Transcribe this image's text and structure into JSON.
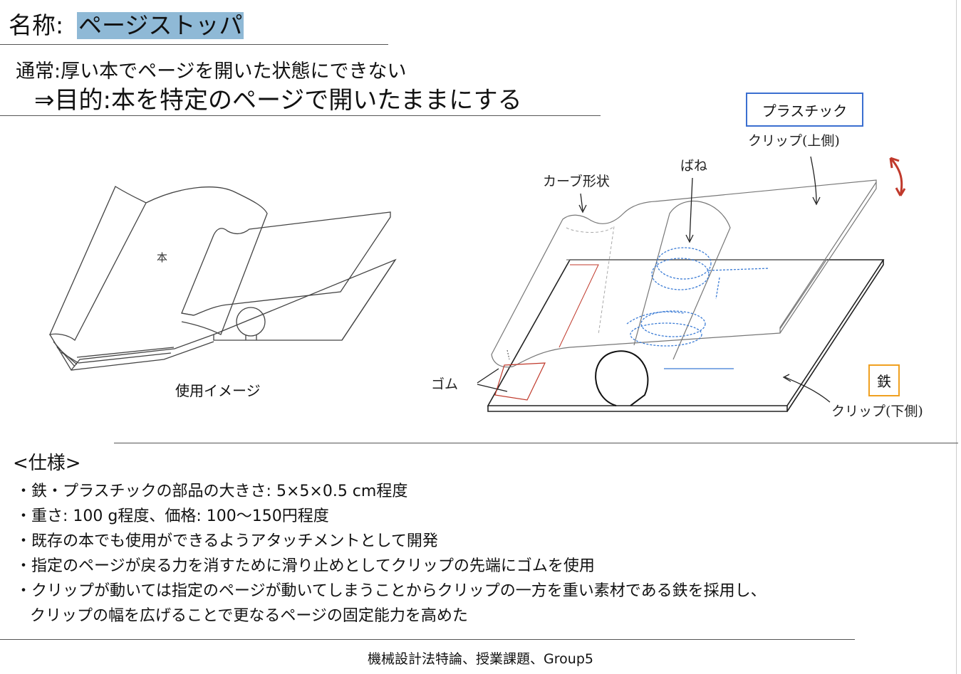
{
  "header": {
    "label": "名称:",
    "name": "ページストッパ"
  },
  "purpose": {
    "normal": "通常:厚い本でページを開いた状態にできない",
    "objective": "⇒目的:本を特定のページで開いたままにする"
  },
  "illustration_left": {
    "book_label": "本",
    "caption": "使用イメージ"
  },
  "illustration_right": {
    "plastic_box": "プラスチック",
    "iron_box": "鉄",
    "clip_upper": "クリップ(上側)",
    "clip_lower": "クリップ(下側)",
    "spring": "ばね",
    "curve_shape": "カーブ形状",
    "rubber": "ゴム",
    "colors": {
      "plastic_border": "#3b6fd0",
      "iron_border": "#f0a020",
      "arrow": "#c0392b",
      "spring": "#3a7bd5",
      "rubber": "#c0392b"
    }
  },
  "spec": {
    "heading": "<仕様>",
    "items": [
      "・鉄・プラスチックの部品の大きさ: 5×5×0.5 cm程度",
      "・重さ: 100 g程度、価格: 100〜150円程度",
      "・既存の本でも使用ができるようアタッチメントとして開発",
      "・指定のページが戻る力を消すために滑り止めとしてクリップの先端にゴムを使用",
      "・クリップが動いては指定のページが動いてしまうことからクリップの一方を重い素材である鉄を採用し、"
    ],
    "continuation": "クリップの幅を広げることで更なるページの固定能力を高めた"
  },
  "footer": {
    "text": "機械設計法特論、授業課題、Group5"
  }
}
